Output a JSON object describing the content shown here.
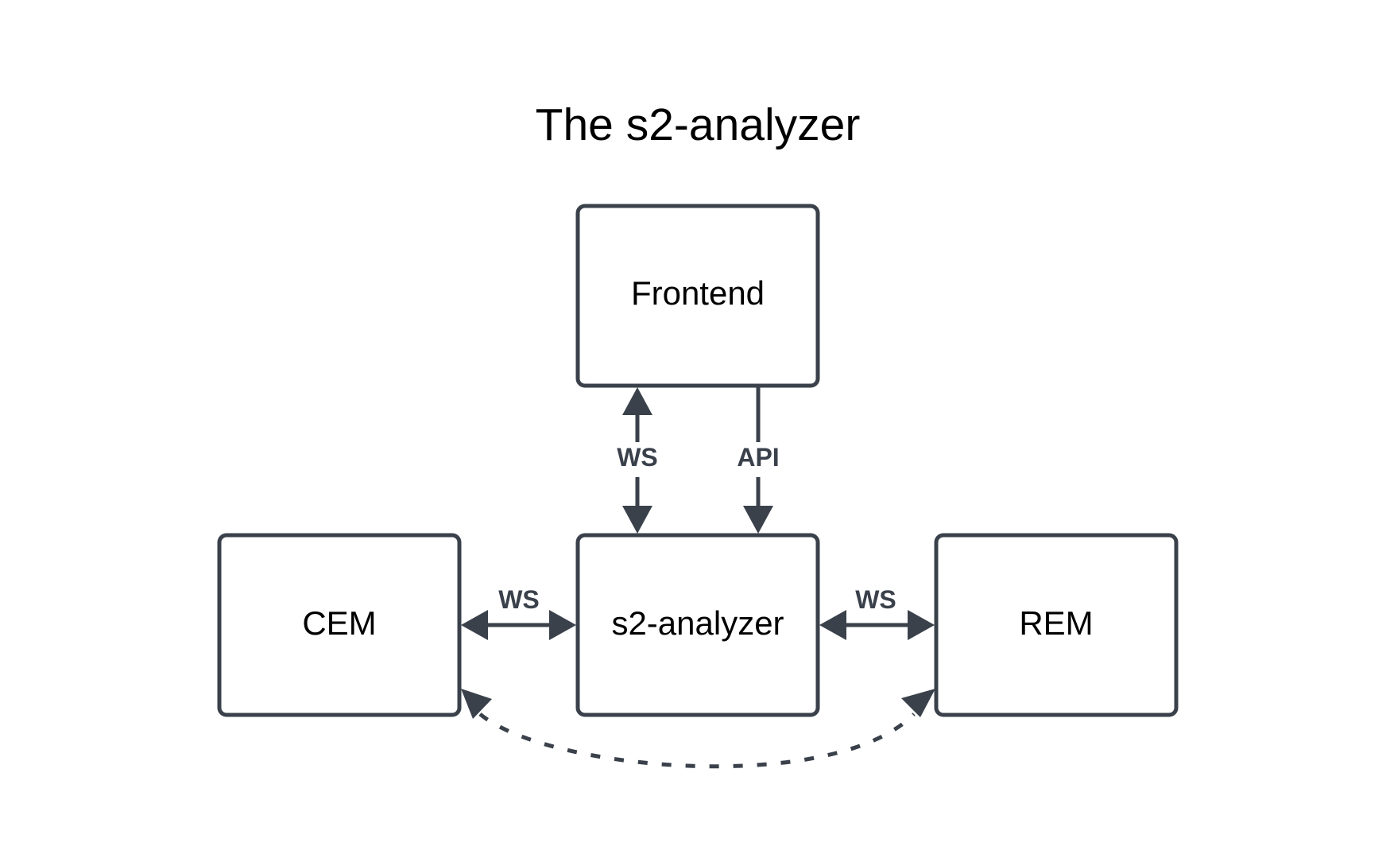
{
  "title": "The s2-analyzer",
  "nodes": {
    "frontend": "Frontend",
    "cem": "CEM",
    "analyzer": "s2-analyzer",
    "rem": "REM"
  },
  "edges": {
    "frontend_analyzer_ws": "WS",
    "frontend_analyzer_api": "API",
    "cem_analyzer_ws": "WS",
    "analyzer_rem_ws": "WS"
  },
  "colors": {
    "stroke": "#3a414b",
    "text": "#000000",
    "background": "#ffffff"
  }
}
